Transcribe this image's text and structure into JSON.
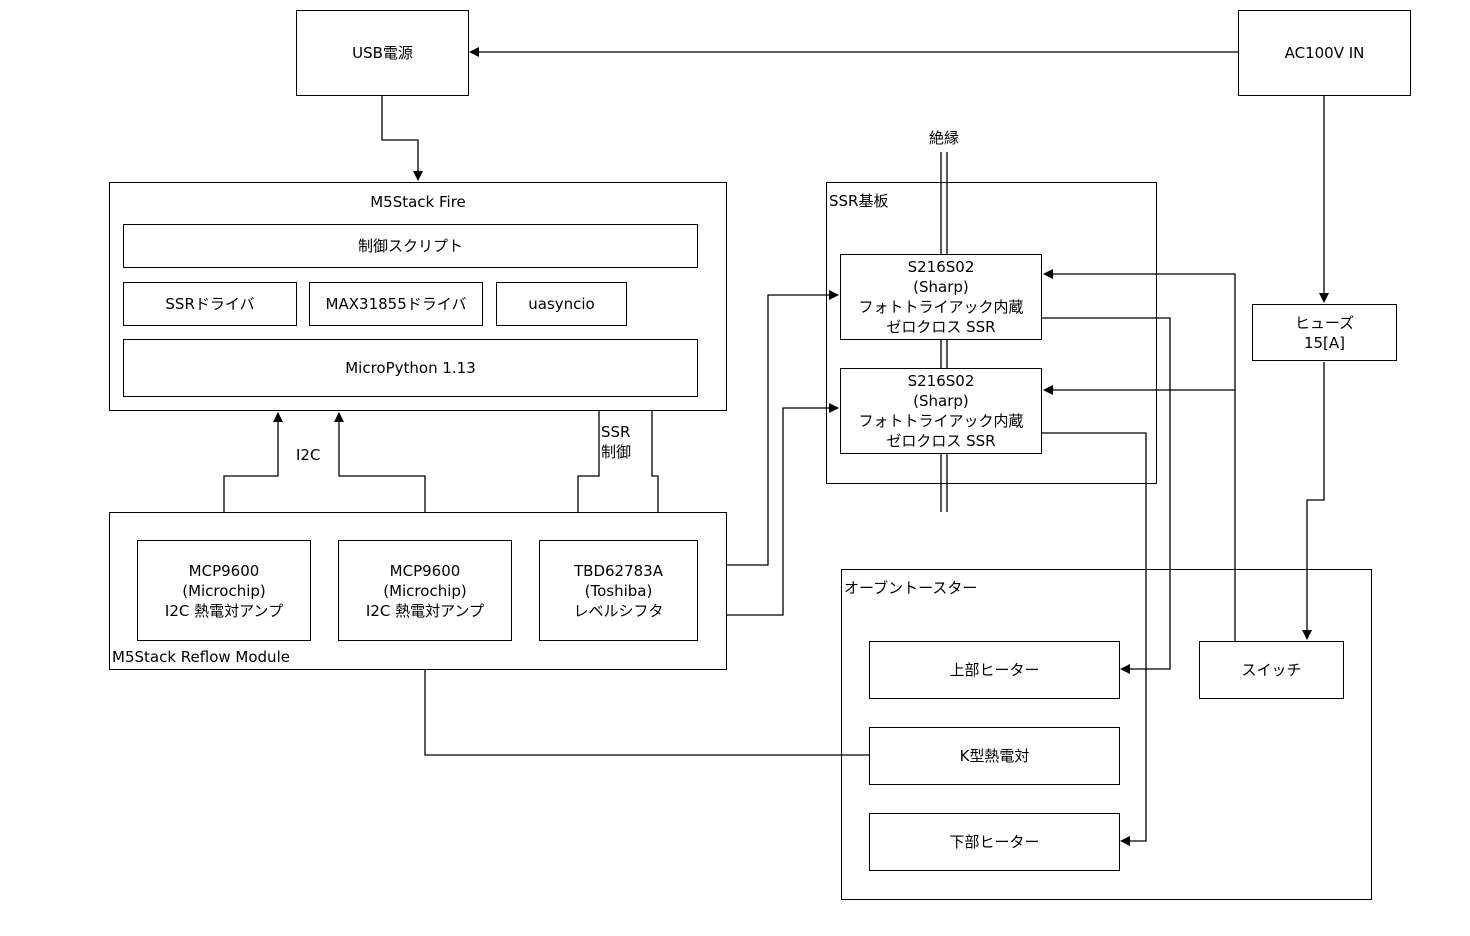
{
  "boxes": {
    "usb_power": "USB電源",
    "ac_in": "AC100V IN",
    "m5stack_fire": "M5Stack Fire",
    "control_script": "制御スクリプト",
    "ssr_driver": "SSRドライバ",
    "max_driver": "MAX31855ドライバ",
    "uasyncio": "uasyncio",
    "micropython": "MicroPython 1.13",
    "reflow_module": "M5Stack Reflow Module",
    "amp1": "MCP9600\n(Microchip)\nI2C 熱電対アンプ",
    "amp2": "MCP9600\n(Microchip)\nI2C 熱電対アンプ",
    "level_shifter": "TBD62783A\n(Toshiba)\nレベルシフタ",
    "ssr_board": "SSR基板",
    "ssr1": "S216S02\n(Sharp)\nフォトトライアック内蔵\nゼロクロス SSR",
    "ssr2": "S216S02\n(Sharp)\nフォトトライアック内蔵\nゼロクロス SSR",
    "fuse": "ヒューズ\n15[A]",
    "oven": "オーブントースター",
    "upper_heater": "上部ヒーター",
    "thermocouple": "K型熱電対",
    "lower_heater": "下部ヒーター",
    "switch": "スイッチ"
  },
  "labels": {
    "isolation": "絶縁",
    "i2c": "I2C",
    "ssr_control": "SSR\n制御"
  }
}
